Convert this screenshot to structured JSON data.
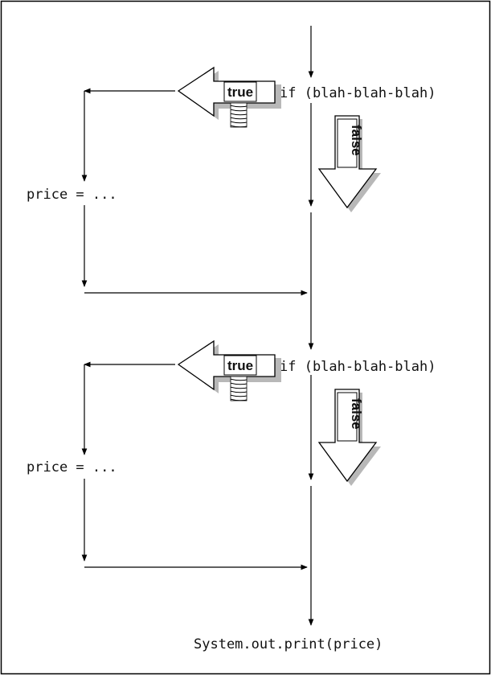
{
  "diagram": {
    "blocks": [
      {
        "condition": "if (blah-blah-blah)",
        "true_label": "true",
        "false_label": "false",
        "assignment": "price = ..."
      },
      {
        "condition": "if (blah-blah-blah)",
        "true_label": "true",
        "false_label": "false",
        "assignment": "price = ..."
      }
    ],
    "final_statement": "System.out.print(price)"
  }
}
